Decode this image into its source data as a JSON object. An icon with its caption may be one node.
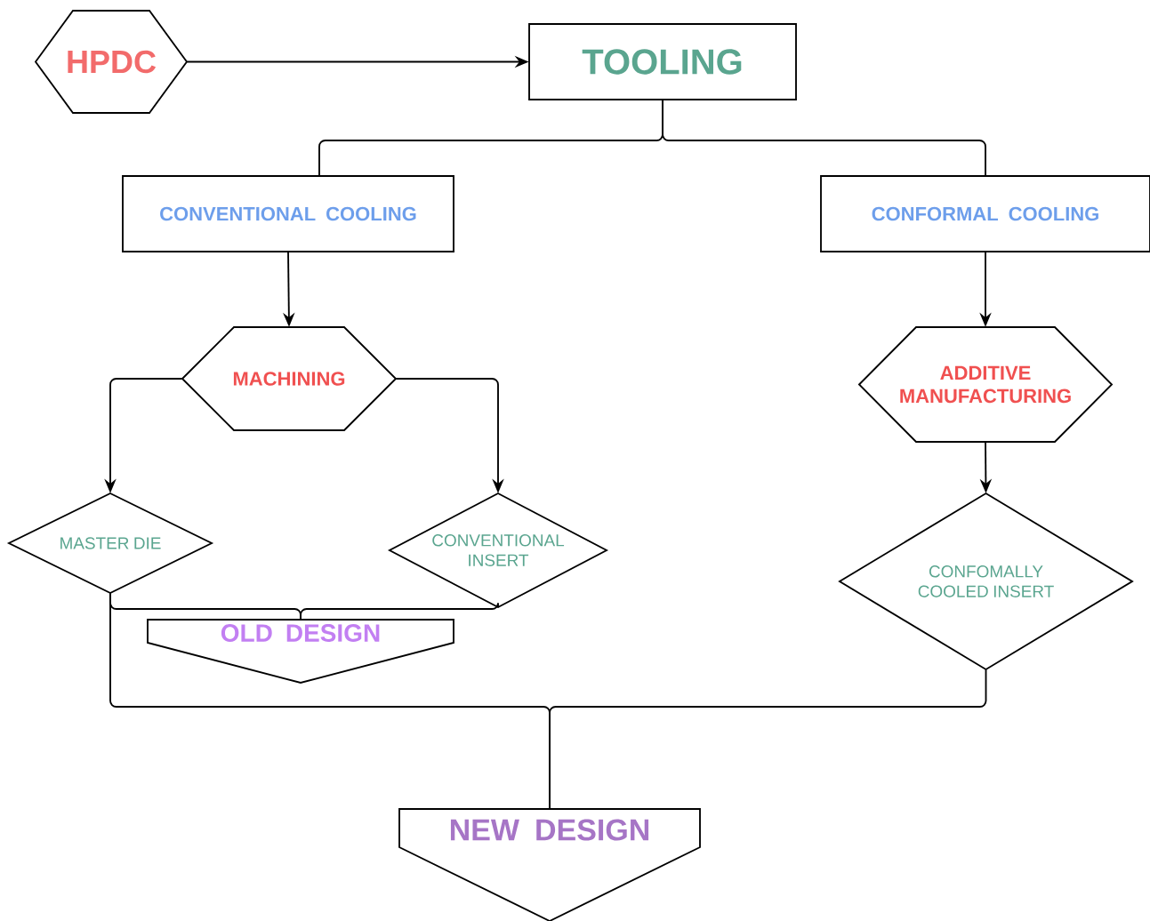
{
  "diagram": {
    "nodes": [
      {
        "text": [
          "HPDC"
        ]
      },
      {
        "text": [
          "TOOLING"
        ]
      },
      {
        "text": [
          "CONVENTIONAL COOLING"
        ]
      },
      {
        "text": [
          "CONFORMAL COOLING"
        ]
      },
      {
        "text": [
          "MACHINING"
        ]
      },
      {
        "text": [
          "ADDITIVE MANUFACTURING"
        ]
      },
      {
        "text": [
          "MASTER DIE"
        ]
      },
      {
        "text": [
          "CONVENTIONAL INSERT"
        ]
      },
      {
        "text": [
          "CONFOMALLY COOLED INSERT"
        ]
      },
      {
        "text": [
          "OLD DESIGN"
        ]
      },
      {
        "text": [
          "NEW DESIGN"
        ]
      }
    ],
    "edges": [
      {
        "from": 0,
        "to": 1,
        "arrow": "to"
      },
      {
        "from": 1,
        "to": 2,
        "arrow": "none"
      },
      {
        "from": 1,
        "to": 3,
        "arrow": "none"
      },
      {
        "from": 2,
        "to": 4,
        "arrow": "to"
      },
      {
        "from": 3,
        "to": 5,
        "arrow": "to"
      },
      {
        "from": 4,
        "to": 6,
        "arrow": "to"
      },
      {
        "from": 4,
        "to": 7,
        "arrow": "to"
      },
      {
        "from": 5,
        "to": 8,
        "arrow": "to"
      },
      {
        "from": 6,
        "to": 9,
        "arrow": "none"
      },
      {
        "from": 7,
        "to": 9,
        "arrow": "none"
      },
      {
        "from": 6,
        "to": 10,
        "arrow": "none"
      },
      {
        "from": 8,
        "to": 10,
        "arrow": "none"
      }
    ]
  }
}
